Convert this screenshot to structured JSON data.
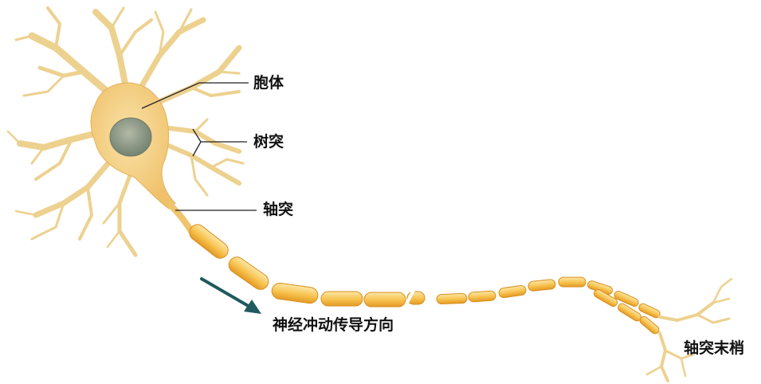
{
  "labels": {
    "cell_body": "胞体",
    "dendrites": "树突",
    "axon": "轴突",
    "impulse_direction": "神经冲动传导方向",
    "axon_terminals": "轴突末梢"
  },
  "colors": {
    "background": "#ffffff",
    "dendrite_fill": "#f7dfa3",
    "dendrite_stroke": "#e2bd72",
    "soma_fill": "#f2c774",
    "nucleus": "#8f9a86",
    "myelin_fill": "#f4b43c",
    "myelin_highlight": "#fde7a6",
    "leader_line": "#222222",
    "arrow": "#1f5a5e"
  }
}
